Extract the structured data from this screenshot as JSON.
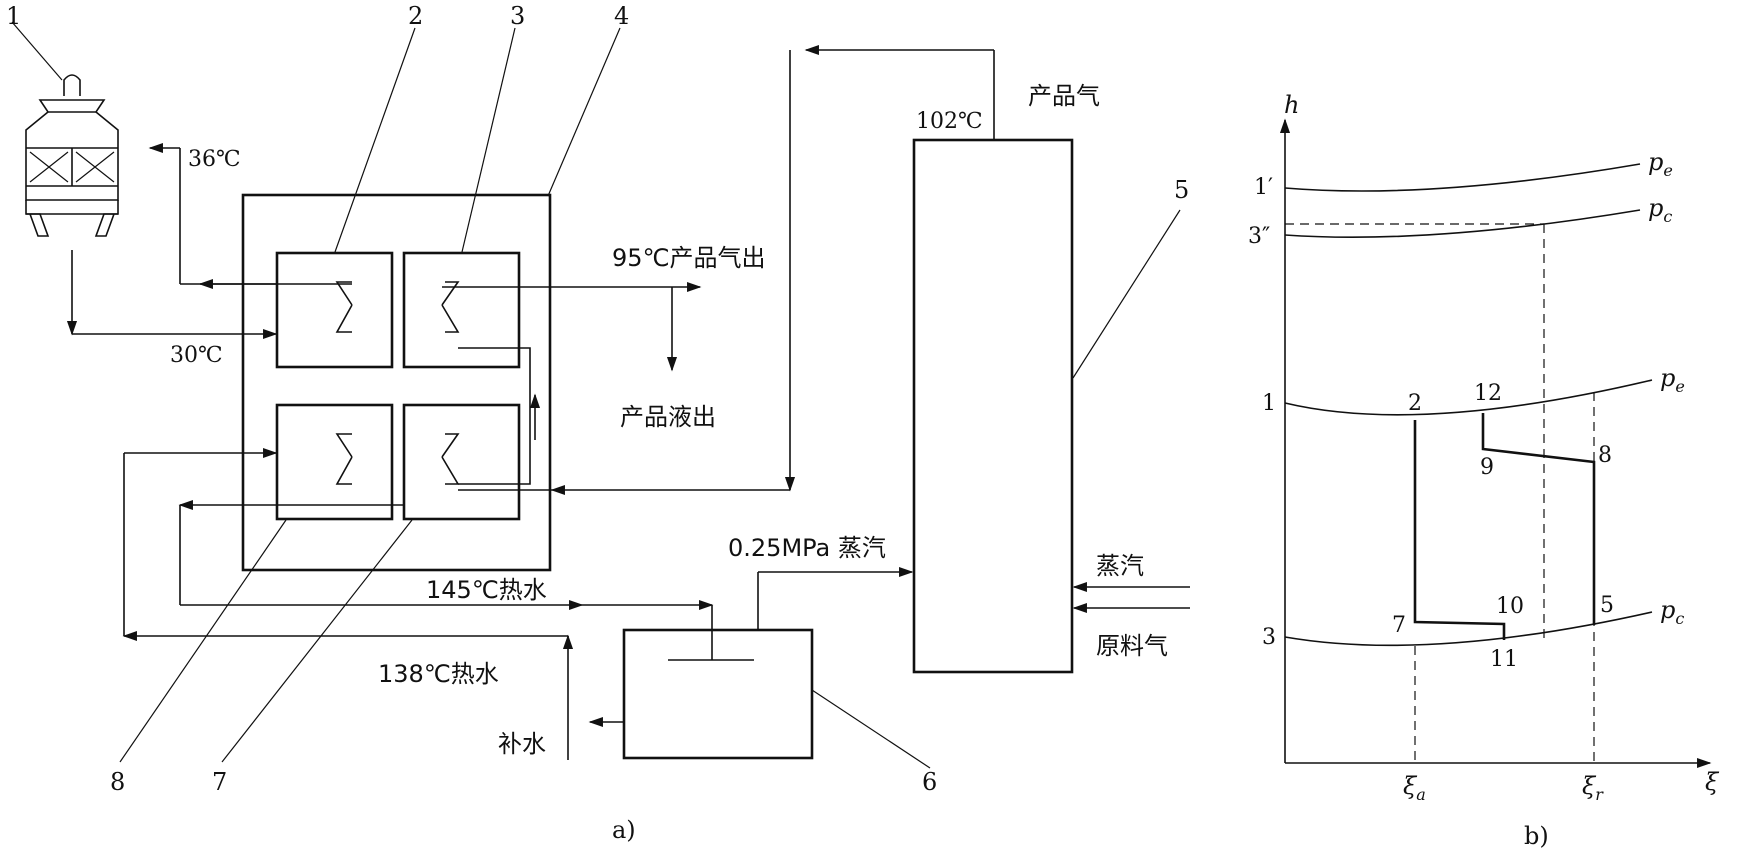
{
  "panel_a": {
    "caption": "a)",
    "numbers": [
      "1",
      "2",
      "3",
      "4",
      "5",
      "6",
      "7",
      "8"
    ],
    "labels": {
      "t36": "36℃",
      "t30": "30℃",
      "product_gas_out": "95℃产品气出",
      "product_liquid_out": "产品液出",
      "t102": "102℃",
      "product_gas": "产品气",
      "steam_025": "0.25MPa 蒸汽",
      "steam": "蒸汽",
      "feed_gas": "原料气",
      "hot_water_145": "145℃热水",
      "hot_water_138": "138℃热水",
      "makeup_water": "补水"
    }
  },
  "panel_b": {
    "caption": "b)",
    "axis": {
      "y": "h",
      "x": "ξ"
    },
    "curve_labels": {
      "pe": "p",
      "pe_sub": "e",
      "pc": "p",
      "pc_sub": "c"
    },
    "xi_a": {
      "main": "ξ",
      "sub": "a"
    },
    "xi_r": {
      "main": "ξ",
      "sub": "r"
    },
    "points": [
      "1′",
      "3″",
      "1",
      "2",
      "12",
      "9",
      "8",
      "3",
      "7",
      "10",
      "5",
      "11"
    ]
  }
}
